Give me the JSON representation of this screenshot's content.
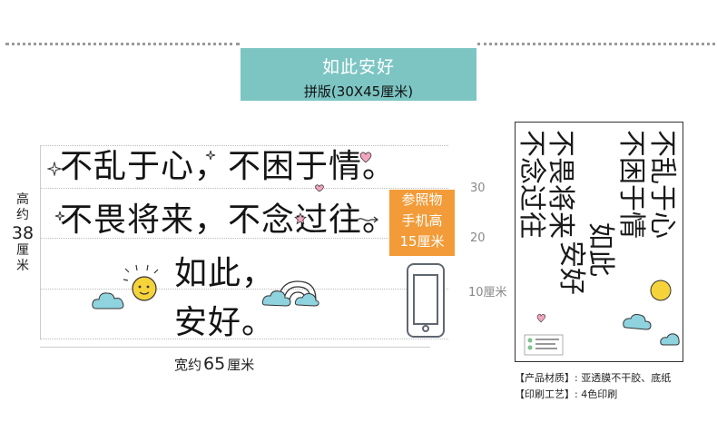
{
  "title": {
    "main": "如此安好",
    "sub": "拼版(30X45厘米)"
  },
  "dimensions": {
    "height_prefix": [
      "高",
      "约"
    ],
    "height_value": "38",
    "height_unit": "厘米",
    "width_prefix": "宽约",
    "width_value": "65",
    "width_unit": "厘米"
  },
  "phrases": {
    "line1": "不乱于心，不困于情。",
    "line2": "不畏将来，不念过往。",
    "line3": "如此，",
    "line4": "安好。"
  },
  "scale": {
    "tick30": "30",
    "tick20": "20",
    "tick10": "10厘米"
  },
  "reference": {
    "line1": "参照物",
    "line2": "手机高",
    "line3": "15厘米"
  },
  "sheet": {
    "columns": [
      "不乱于心",
      "不困于情",
      "不畏将来",
      "不念过往",
      "如此",
      "安好"
    ]
  },
  "specs": {
    "material": "【产品材质】: 亚透膜不干胶、底纸",
    "printing": "【印刷工艺】: 4色印刷"
  },
  "colors": {
    "accent": "#7cc5c3",
    "orange": "#f29b38",
    "sun": "#f5d33a",
    "cloud": "#8fd3df",
    "heart": "#f2a6bd"
  }
}
